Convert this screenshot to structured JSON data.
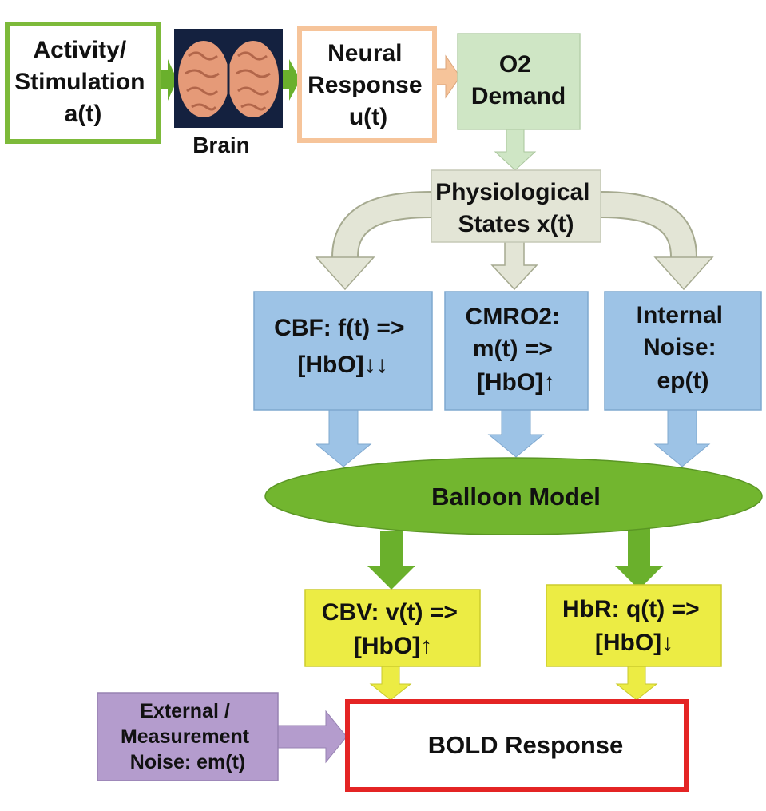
{
  "colors": {
    "activity_border": "#7dba3a",
    "neural_border": "#f6c49a",
    "o2_fill": "#cfe6c5",
    "o2_border": "#b7d1ab",
    "physio_fill": "#e3e5d6",
    "blue_fill": "#9dc3e6",
    "blue_border": "#7fa8cf",
    "balloon_fill": "#72b62f",
    "balloon_border": "#5a9624",
    "yellow_fill": "#ecec44",
    "yellow_border": "#cccc2c",
    "bold_border": "#e42424",
    "noise_fill": "#b49ccd",
    "green_arrow": "#6ab02c",
    "brain_bg": "#14213f",
    "brain_color": "#e59a78"
  },
  "nodes": {
    "activity": {
      "lines": [
        "Activity/",
        "Stimulation",
        "a(t)"
      ]
    },
    "brain": {
      "icon": "brain-image",
      "label": "Brain"
    },
    "neural": {
      "lines": [
        "Neural",
        "Response",
        "u(t)"
      ]
    },
    "o2": {
      "lines": [
        "O2",
        "Demand"
      ]
    },
    "physio": {
      "lines": [
        "Physiological",
        "States x(t)"
      ]
    },
    "cbf": {
      "lines": [
        "CBF: f(t) =>",
        "[HbO]↓↓"
      ]
    },
    "cmro2": {
      "lines": [
        "CMRO2:",
        "m(t) =>",
        "[HbO]↑"
      ]
    },
    "internal": {
      "lines": [
        "Internal",
        "Noise:",
        "ep(t)"
      ]
    },
    "balloon": {
      "label": "Balloon Model"
    },
    "cbv": {
      "lines": [
        "CBV: v(t) =>",
        "[HbO]↑"
      ]
    },
    "hbr": {
      "lines": [
        "HbR: q(t) =>",
        "[HbO]↓"
      ]
    },
    "external": {
      "lines": [
        "External /",
        "Measurement",
        "Noise: em(t)"
      ]
    },
    "bold": {
      "label": "BOLD Response"
    }
  }
}
